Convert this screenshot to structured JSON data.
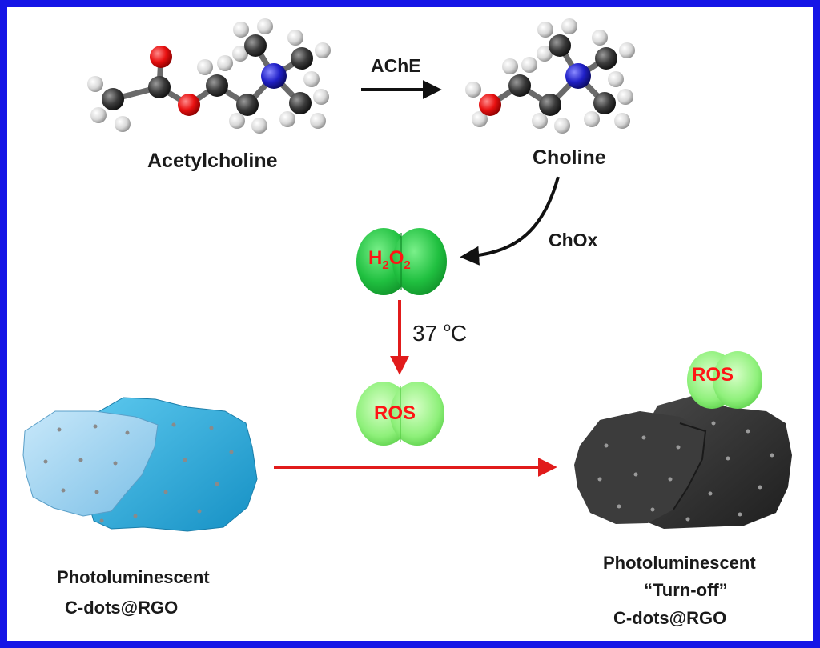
{
  "molecules": {
    "acetylcholine_label": "Acetylcholine",
    "choline_label": "Choline"
  },
  "enzymes": {
    "ache": "AChE",
    "chox": "ChOx"
  },
  "species": {
    "h2o2": {
      "h": "H",
      "two_a": "2",
      "o": "O",
      "two_b": "2"
    },
    "ros_middle": "ROS",
    "ros_right": "ROS"
  },
  "condition": {
    "temperature_value": "37 ",
    "degree": "o",
    "unit": "C"
  },
  "left_sheet": {
    "line1": "Photoluminescent",
    "line2": "C-dots@RGO"
  },
  "right_sheet": {
    "line1": "Photoluminescent",
    "line2": "“Turn-off”",
    "line3": "C-dots@RGO"
  },
  "colors": {
    "frame": "#1515e6",
    "arrow_red": "#e11b1b",
    "highlight_red": "#ff1414",
    "oxygen": "#e81010",
    "nitrogen": "#2020c8",
    "carbon": "#3a3a3a",
    "hydrogen": "#d8d8d8",
    "h2o2_green": "#20c040",
    "ros_green": "#8ef07a",
    "sheet_light": "#9fd2f0",
    "sheet_blue": "#24a6d6",
    "sheet_dark": "#2b2b2b"
  }
}
